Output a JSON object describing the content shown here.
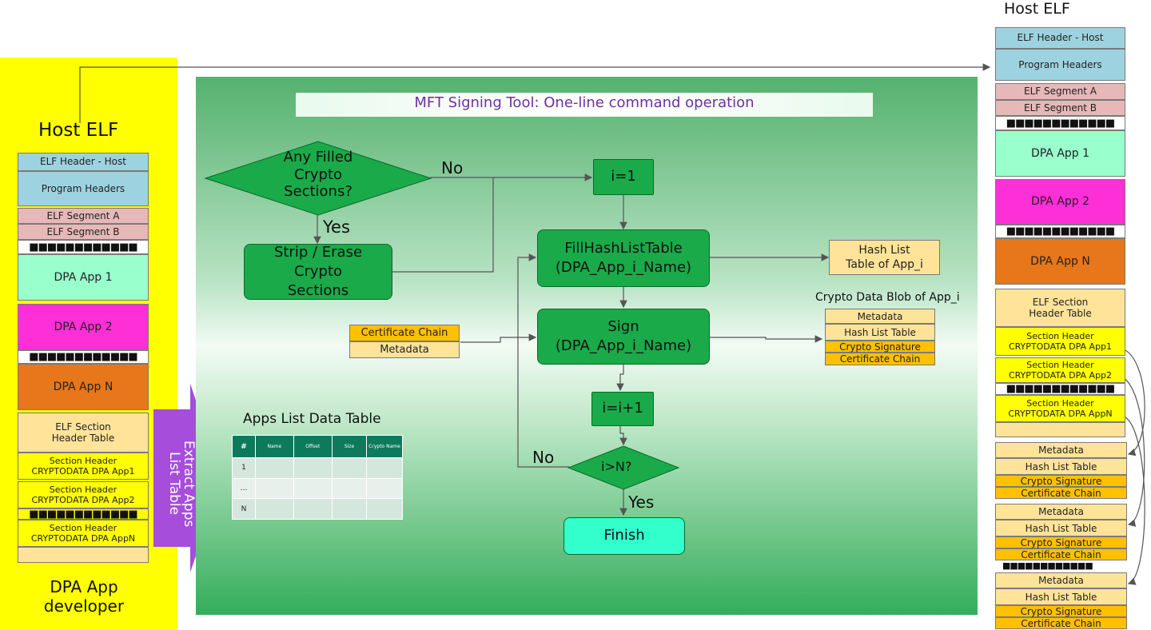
{
  "left_panel": {
    "title": "Host ELF",
    "elf_header": "ELF Header - Host",
    "program_headers": "Program Headers",
    "segment_a": "ELF Segment A",
    "segment_b": "ELF Segment B",
    "dots": "■■■■■■■■■■■■",
    "app1": "DPA App 1",
    "app2": "DPA App 2",
    "appn": "DPA App N",
    "section_header_table": "ELF Section Header Table",
    "sh_title": "Section Header",
    "sh_app1": "CRYPTODATA DPA App1",
    "sh_app2": "CRYPTODATA DPA App2",
    "sh_appn": "CRYPTODATA DPA AppN",
    "developer": "DPA App developer"
  },
  "extract_label": "Extract Apps List Table",
  "flow": {
    "title": "MFT Signing Tool: One-line command operation",
    "decision1": "Any Filled Crypto Sections?",
    "no_label": "No",
    "yes_label": "Yes",
    "strip": "Strip / Erase Crypto Sections",
    "i1": "i=1",
    "fill_hash": "FillHashListTable (DPA_App_i_Name)",
    "sign": "Sign (DPA_App_i_Name)",
    "inc": "i=i+1",
    "decision2": "i>N?",
    "no2_label": "No",
    "yes2_label": "Yes",
    "finish": "Finish",
    "cert_chain": "Certificate Chain",
    "metadata": "Metadata",
    "hash_list_table_of_app": "Hash List Table of App_i",
    "crypto_blob_title": "Crypto Data Blob of App_i",
    "blob_metadata": "Metadata",
    "blob_hash": "Hash List Table",
    "blob_sig": "Crypto Signature",
    "blob_cert": "Certificate Chain"
  },
  "apps_table": {
    "title": "Apps List Data Table",
    "headers": [
      "#",
      "Name",
      "Offset",
      "Size",
      "Crypto Name"
    ],
    "rows": [
      "1",
      "…",
      "N"
    ]
  },
  "right_panel": {
    "title": "Host ELF",
    "elf_header": "ELF Header - Host",
    "program_headers": "Program Headers",
    "segment_a": "ELF Segment A",
    "segment_b": "ELF Segment B",
    "dots": "■■■■■■■■■■■■",
    "app1": "DPA App 1",
    "app2": "DPA App 2",
    "appn": "DPA App N",
    "section_header_table": "ELF Section Header Table",
    "sh_title": "Section Header",
    "sh_app1": "CRYPTODATA DPA App1",
    "sh_app2": "CRYPTODATA DPA App2",
    "sh_appn": "CRYPTODATA DPA AppN",
    "blob_metadata": "Metadata",
    "blob_hash": "Hash List Table",
    "blob_sig": "Crypto Signature",
    "blob_cert": "Certificate Chain"
  },
  "colors": {
    "yellow_panel": "#ffff00",
    "light_blue": "#9dd3e0",
    "pink": "#e6b8b7",
    "mint": "#99ffcc",
    "magenta": "#ff2fd7",
    "orange": "#e8761a",
    "tan": "#ffe399",
    "flow_green": "#1aaa4a",
    "purple": "#a64ddc"
  }
}
